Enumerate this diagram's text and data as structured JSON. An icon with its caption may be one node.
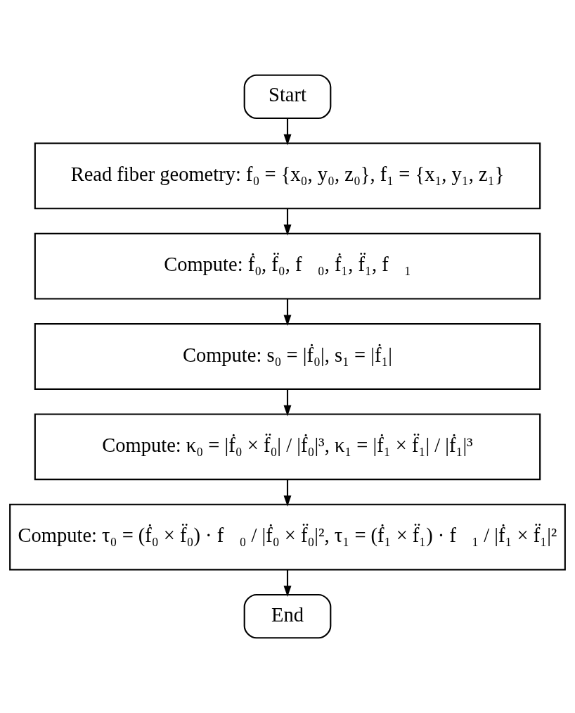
{
  "diagram": {
    "nodes": [
      {
        "text": [
          "Start"
        ]
      },
      {
        "text": [
          "Read fiber geometry: f₀ = {x₀, y₀, z₀}, f₁ = {x₁, y₁, z₁}"
        ]
      },
      {
        "text": [
          "Compute: ḟ₀, f̈₀, f⃛₀, ḟ₁, f̈₁, f⃛₁"
        ]
      },
      {
        "text": [
          "Compute: s₀ = |ḟ₀|, s₁ = |ḟ₁|"
        ]
      },
      {
        "text": [
          "Compute: κ₀ = |ḟ₀ × f̈₀| / |ḟ₀|³, κ₁ = |ḟ₁ × f̈₁| / |ḟ₁|³"
        ]
      },
      {
        "text": [
          "Compute: τ₀ = (ḟ₀ × f̈₀) · f⃛₀ / |ḟ₀ × f̈₀|², τ₁ = (ḟ₁ × f̈₁) · f⃛₁ / |ḟ₁ × f̈₁|²"
        ]
      },
      {
        "text": [
          "End"
        ]
      }
    ],
    "edges": [
      {
        "from": 0,
        "to": 1,
        "arrow": "to"
      },
      {
        "from": 1,
        "to": 2,
        "arrow": "to"
      },
      {
        "from": 2,
        "to": 3,
        "arrow": "to"
      },
      {
        "from": 3,
        "to": 4,
        "arrow": "to"
      },
      {
        "from": 4,
        "to": 5,
        "arrow": "to"
      },
      {
        "from": 5,
        "to": 6,
        "arrow": "to"
      }
    ]
  }
}
